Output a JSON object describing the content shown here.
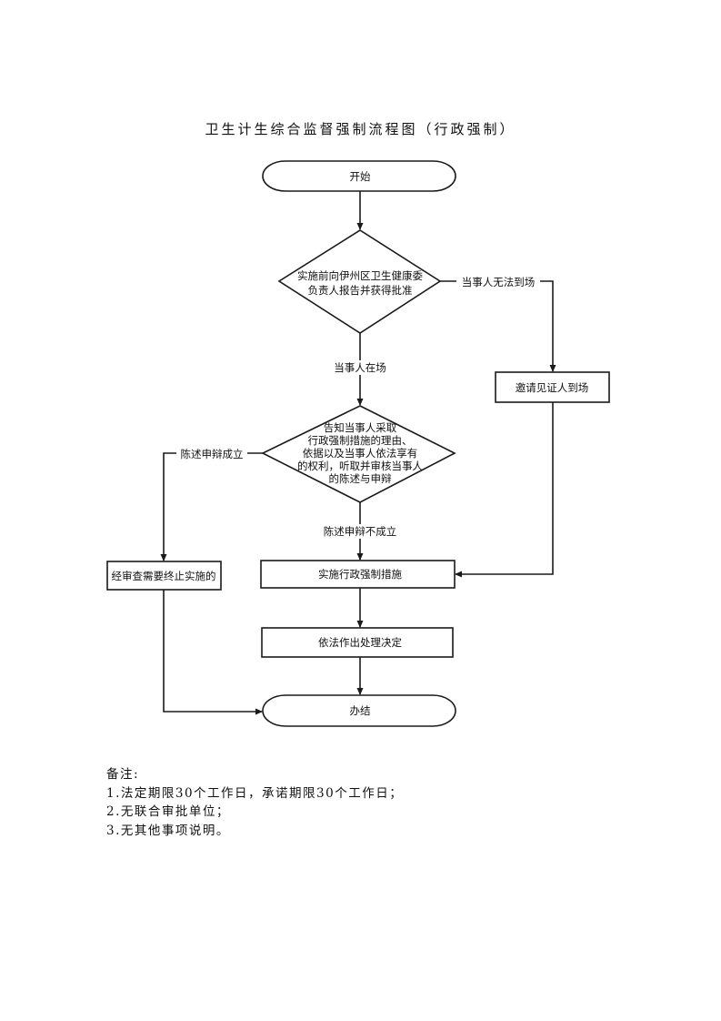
{
  "title": "卫生计生综合监督强制流程图（行政强制）",
  "nodes": {
    "start": {
      "type": "terminal",
      "text": [
        "开始"
      ]
    },
    "report_decision": {
      "type": "decision",
      "text": [
        "实施前向伊州区卫生健康委",
        "负责人报告并获得批准"
      ]
    },
    "invite_witness": {
      "type": "process",
      "text": [
        "邀请见证人到场"
      ]
    },
    "inform_decision": {
      "type": "decision",
      "text": [
        "告知当事人采取",
        "行政强制措施的理由、",
        "依据以及当事人依法享有",
        "的权利，听取并审核当事人",
        "的陈述与申辩"
      ]
    },
    "terminate": {
      "type": "process",
      "text": [
        "经审查需要终止实施的"
      ]
    },
    "implement": {
      "type": "process",
      "text": [
        "实施行政强制措施"
      ]
    },
    "decide": {
      "type": "process",
      "text": [
        "依法作出处理决定"
      ]
    },
    "end": {
      "type": "terminal",
      "text": [
        "办结"
      ]
    }
  },
  "edges": [
    {
      "from": "start",
      "to": "report_decision",
      "label": ""
    },
    {
      "from": "report_decision",
      "to": "inform_decision",
      "label": "当事人在场"
    },
    {
      "from": "report_decision",
      "to": "invite_witness",
      "label": "当事人无法到场"
    },
    {
      "from": "invite_witness",
      "to": "implement",
      "label": ""
    },
    {
      "from": "inform_decision",
      "to": "terminate",
      "label": "陈述申辩成立"
    },
    {
      "from": "inform_decision",
      "to": "implement",
      "label": "陈述申辩不成立"
    },
    {
      "from": "implement",
      "to": "decide",
      "label": ""
    },
    {
      "from": "decide",
      "to": "end",
      "label": ""
    },
    {
      "from": "terminate",
      "to": "end",
      "label": ""
    }
  ],
  "notes": {
    "heading": "备注:",
    "items": [
      "1.法定期限30个工作日，承诺期限30个工作日；",
      "2.无联合审批单位；",
      "3.无其他事项说明。"
    ]
  }
}
